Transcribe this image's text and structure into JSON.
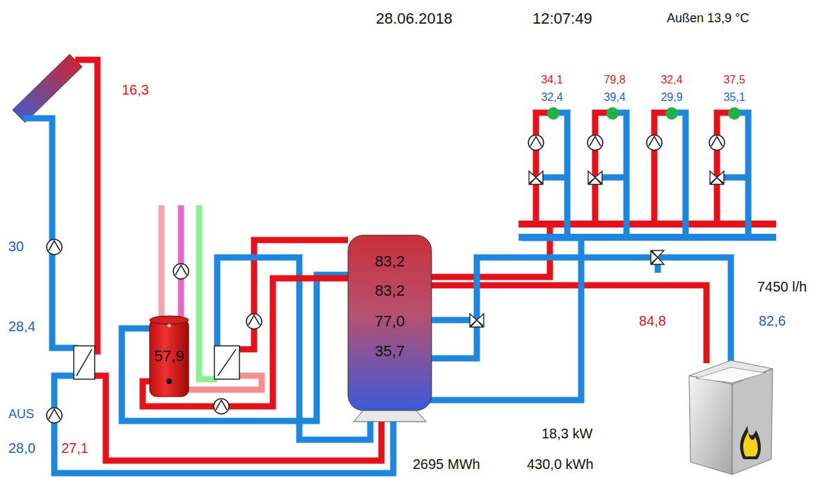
{
  "diagram": {
    "nodes": [
      {
        "text": [
          "83,2",
          "83,2",
          "77,0",
          "35,7"
        ]
      },
      {
        "text": [
          "57,9"
        ]
      }
    ],
    "labels": [
      "28.06.2018",
      "12:07:49",
      "Außen 13,9 °C",
      "16,3",
      "30",
      "28,4",
      "AUS",
      "28,0",
      "27,1",
      "34,1",
      "32,4",
      "79,8",
      "39,4",
      "32,4",
      "29,9",
      "37,5",
      "35,1",
      "7450 l/h",
      "84,8",
      "82,6",
      "18,3 kW",
      "2695 MWh",
      "430,0 kWh"
    ]
  }
}
